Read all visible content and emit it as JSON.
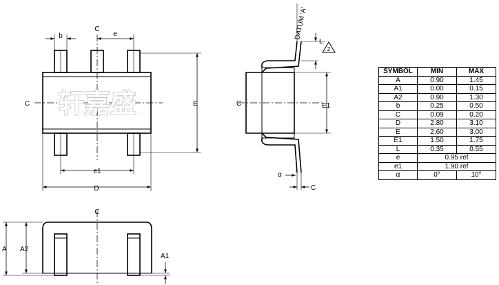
{
  "watermark": "轩嘉盛",
  "labels": {
    "b": "b",
    "e": "e",
    "cl": "C",
    "E": "E",
    "e1": "e1",
    "D": "D",
    "E1": "E1",
    "datum": "DATUM 'A'",
    "L": "L",
    "flag": "2",
    "alpha": "α",
    "C": "C",
    "A": "A",
    "A2": "A2",
    "A1": "A1"
  },
  "table": {
    "headers": [
      "SYMBOL",
      "MIN",
      "MAX"
    ],
    "rows": [
      [
        "A",
        "0.90",
        "1.45"
      ],
      [
        "A1",
        "0.00",
        "0.15"
      ],
      [
        "A2",
        "0.90",
        "1.30"
      ],
      [
        "b",
        "0.25",
        "0.50"
      ],
      [
        "C",
        "0.09",
        "0.20"
      ],
      [
        "D",
        "2.80",
        "3.10"
      ],
      [
        "E",
        "2.60",
        "3.00"
      ],
      [
        "E1",
        "1.50",
        "1.75"
      ],
      [
        "L",
        "0.35",
        "0.55"
      ]
    ],
    "ref_rows": [
      [
        "e",
        "0.95 ref"
      ],
      [
        "e1",
        "1.90 ref"
      ]
    ],
    "angle_row": [
      "α",
      "0°",
      "10°"
    ]
  }
}
